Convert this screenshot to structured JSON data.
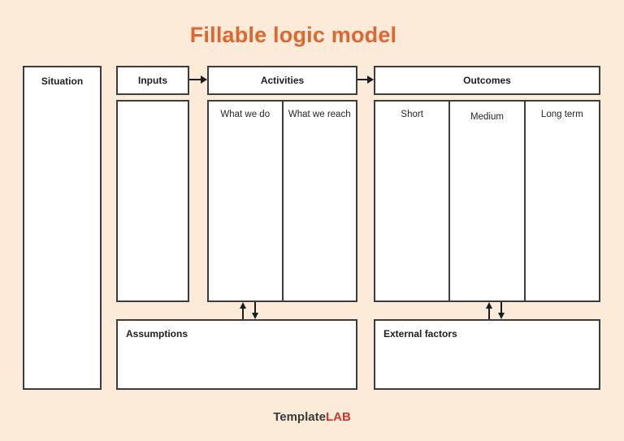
{
  "title": "Fillable logic model",
  "diagram": {
    "situation": {
      "label": "Situation"
    },
    "inputs": {
      "label": "Inputs"
    },
    "activities": {
      "label": "Activities",
      "columns": [
        "What we do",
        "What we reach"
      ]
    },
    "outcomes": {
      "label": "Outcomes",
      "columns": [
        "Short",
        "Medium",
        "Long term"
      ]
    },
    "assumptions": {
      "label": "Assumptions"
    },
    "external_factors": {
      "label": "External factors"
    }
  },
  "footer": {
    "brand_primary": "Template",
    "brand_accent": "LAB"
  },
  "colors": {
    "background": "#FBEBD8",
    "title": "#E0662E",
    "box_fill": "#FFFFFF",
    "box_border": "#3D3D3D",
    "label_text": "#1E1E1E",
    "logo_primary": "#3A3A3A",
    "logo_accent": "#CE382C"
  }
}
